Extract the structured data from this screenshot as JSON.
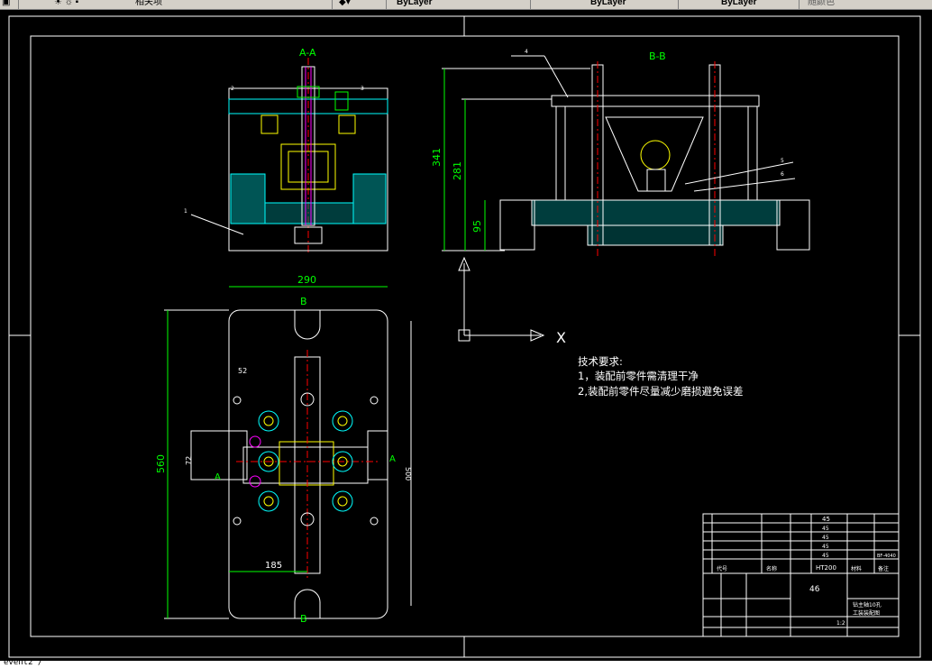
{
  "toolbar": {
    "layer_dropdown": "相关项",
    "field_2": "ByLayer",
    "field_3": "ByLayer",
    "field_4": "ByLayer",
    "field_5": "随颜色"
  },
  "drawing": {
    "section_aa": "A-A",
    "section_bb": "B-B",
    "dims": {
      "d290": "290",
      "d560": "560",
      "d185": "185",
      "d52": "52",
      "d72": "72",
      "d500": "500",
      "d341": "341",
      "d281": "281",
      "d95": "95"
    },
    "labels": {
      "b_top": "B",
      "b_bottom": "B",
      "a_left": "A",
      "a_right": "A",
      "leader_1": "1",
      "leader_2": "2",
      "leader_3": "3",
      "leader_4": "4",
      "leader_5": "5",
      "leader_6": "6"
    },
    "ucs": {
      "x": "X"
    },
    "tech_req": {
      "title": "技术要求:",
      "line1": "1，装配前零件需清理干净",
      "line2": "2,装配前零件尽量减少磨损避免误差"
    }
  },
  "title_block": {
    "material_top": "45",
    "parts": [
      "45",
      "45",
      "45",
      "45"
    ],
    "material_ht": "HT200",
    "header_cols": [
      "代号",
      "名称",
      "材料",
      "备注"
    ],
    "material_big": "46",
    "drawing_name_1": "钻主轴10孔",
    "drawing_name_2": "工装装配图",
    "scale": "1:2",
    "drawing_no": "BF-4040"
  },
  "command_line": {
    "text": "event2 /"
  }
}
